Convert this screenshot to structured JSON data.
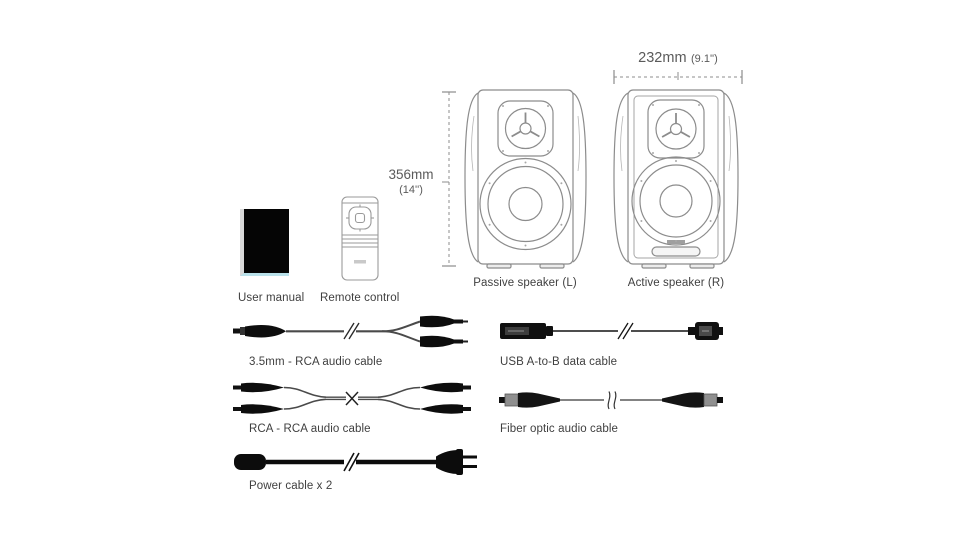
{
  "dimensions": {
    "width_mm": "232mm",
    "width_in": "(9.1'')",
    "height_mm": "356mm",
    "height_in": "(14'')"
  },
  "speakers": {
    "passive": "Passive speaker (L)",
    "active": "Active speaker (R)"
  },
  "accessories": {
    "user_manual": "User manual",
    "remote_control": "Remote control"
  },
  "cables": {
    "aux_rca": "3.5mm - RCA audio cable",
    "usb": "USB A-to-B data cable",
    "rca_rca": "RCA - RCA audio cable",
    "fiber": "Fiber optic audio cable",
    "power": "Power cable x 2"
  },
  "colors": {
    "line_art": "#8c8c8c",
    "cable_dark": "#101010",
    "text": "#3f3f3f",
    "manual_cover": "#050505",
    "manual_spine": "#d9d9d9",
    "manual_accent": "#b9e1ea"
  }
}
